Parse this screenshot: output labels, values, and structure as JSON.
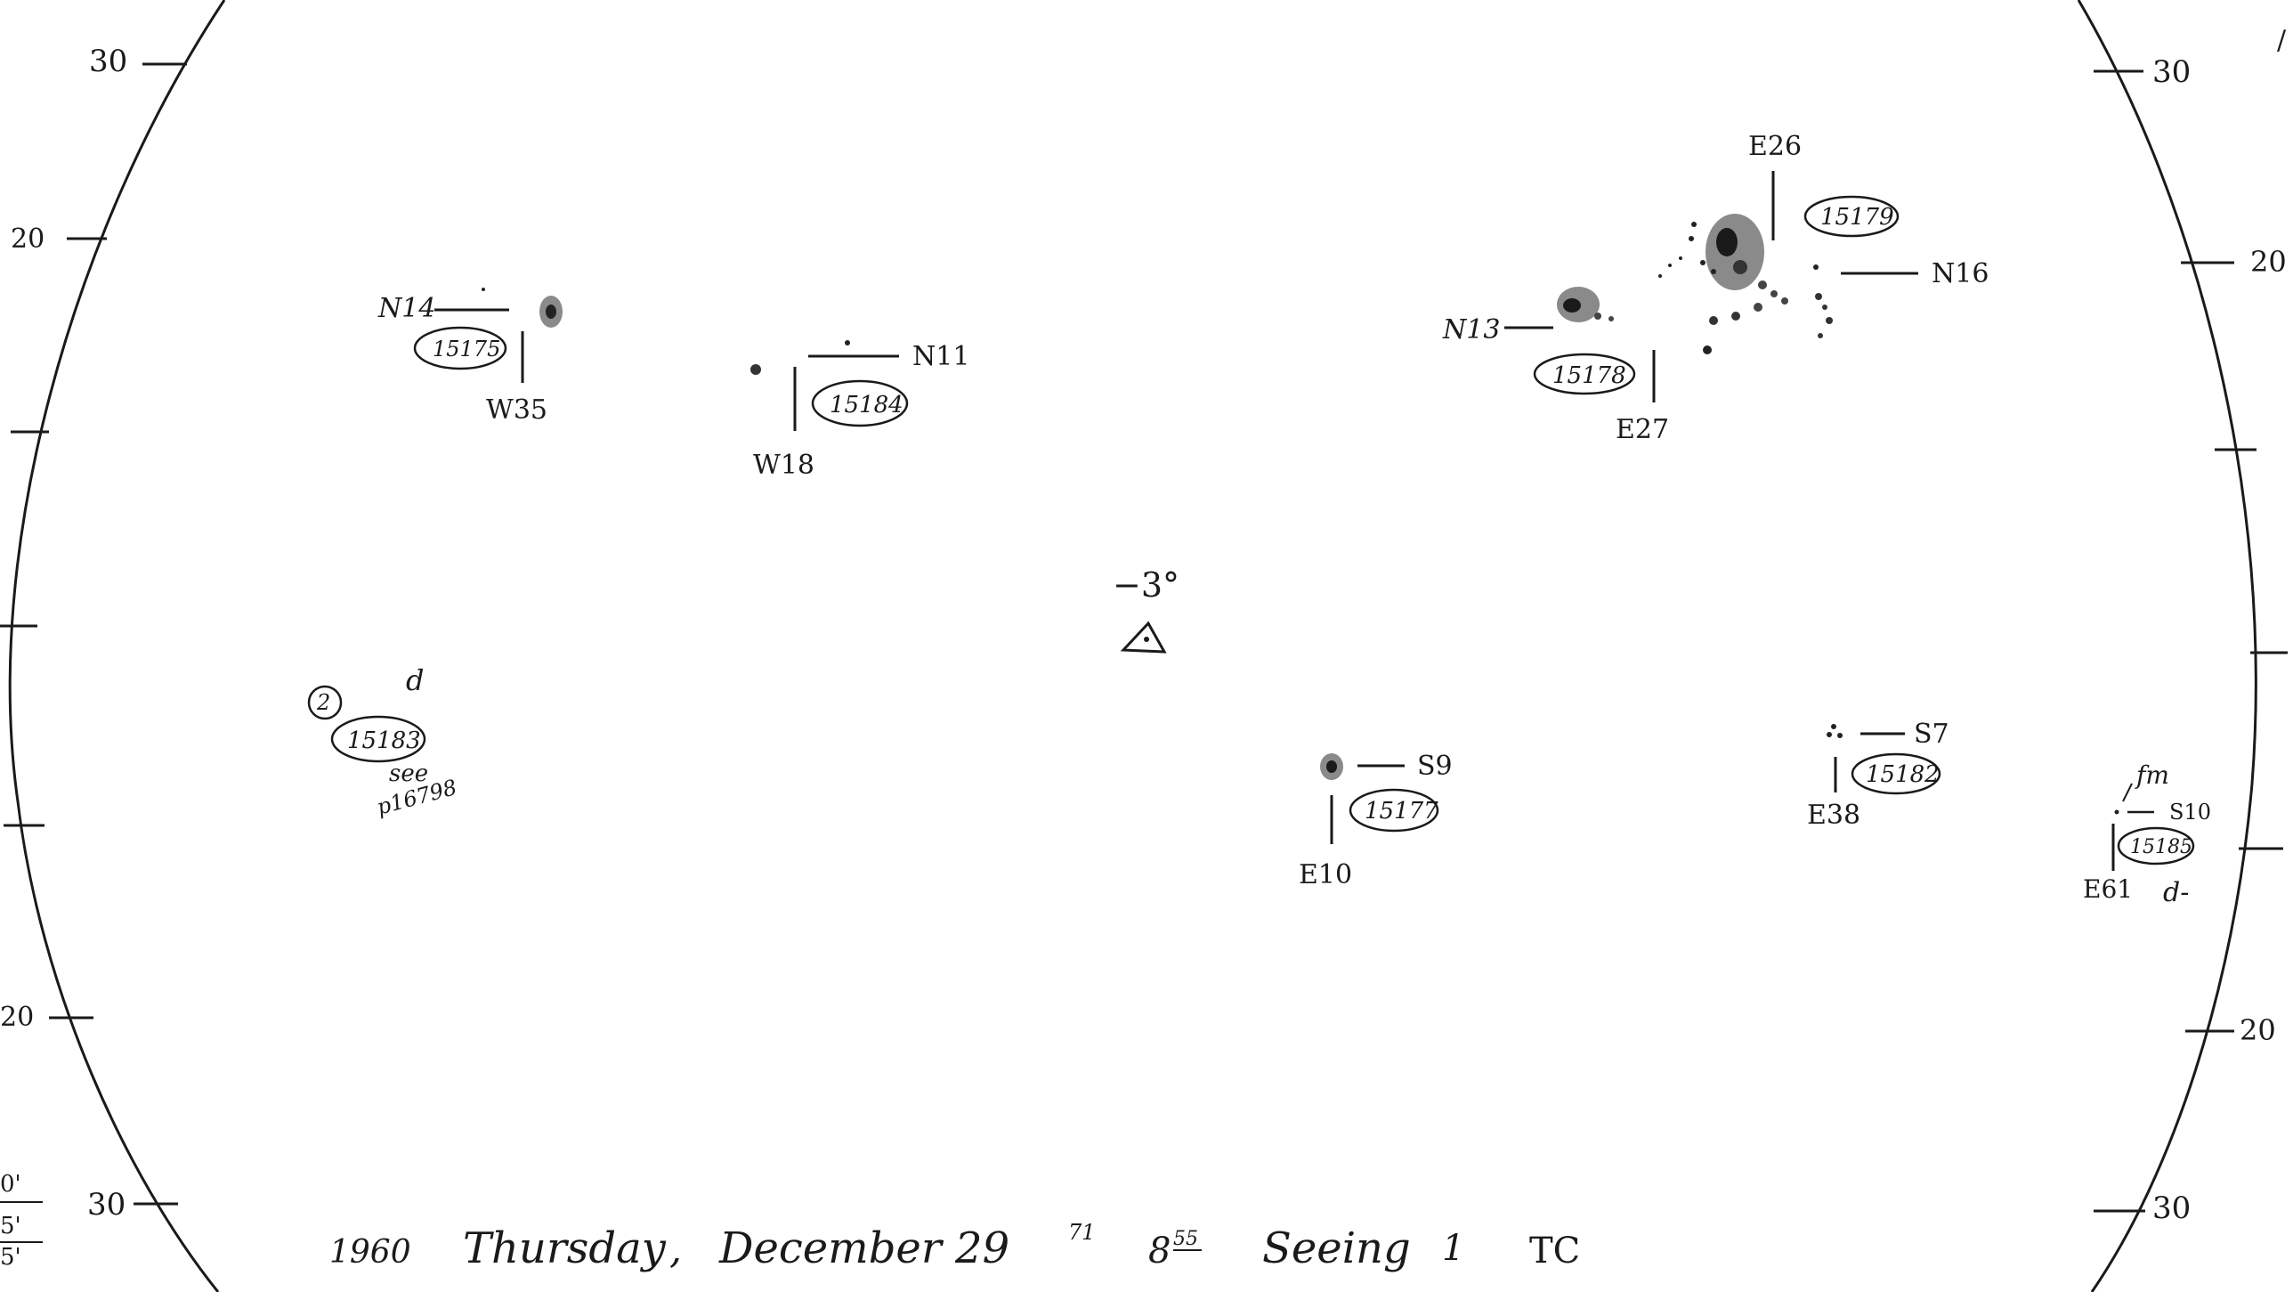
{
  "latitude_scale": {
    "left": [
      "30",
      "20",
      "20",
      "30"
    ],
    "right": [
      "30",
      "20",
      "20",
      "30"
    ]
  },
  "center": {
    "label": "−3°"
  },
  "regions": [
    {
      "number": "15175",
      "latitude": "N14",
      "longitude": "W35"
    },
    {
      "number": "15184",
      "latitude": "N11",
      "longitude": "W18"
    },
    {
      "number": "15179",
      "latitude": "N16",
      "longitude": "E26"
    },
    {
      "number": "15178",
      "latitude": "N13",
      "longitude": "E27"
    },
    {
      "number": "15183",
      "latitude": "d",
      "note": "see",
      "ref": "p16798",
      "circled": "2"
    },
    {
      "number": "15177",
      "latitude": "S9",
      "longitude": "E10"
    },
    {
      "number": "15182",
      "latitude": "S7",
      "longitude": "E38"
    },
    {
      "number": "15185",
      "latitude": "S10",
      "longitude": "E61",
      "notes": [
        "fm",
        "d-"
      ]
    }
  ],
  "footer": {
    "year": "1960",
    "weekday": "Thursday",
    "date": "December 29",
    "date_sup": "71",
    "time": "8",
    "time_sup": "55",
    "seeing_label": "Seeing",
    "seeing_value": "1",
    "observer": "TC"
  },
  "margin_notes": [
    "0'",
    "5'",
    "5'",
    "/"
  ]
}
